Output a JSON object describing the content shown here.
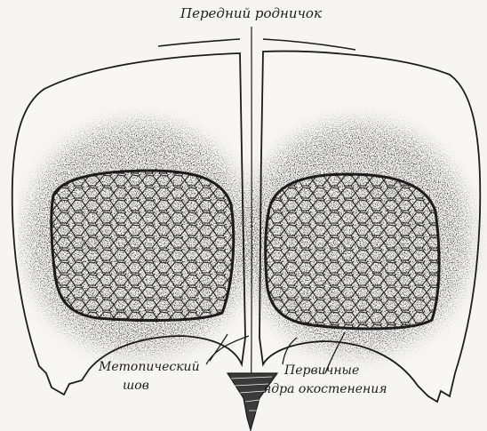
{
  "labels": {
    "anterior_fontanelle": "Передний родничок",
    "metopic_suture_line1": "Метопический",
    "metopic_suture_line2": "шов",
    "primary_ossification_line1": "Первичные",
    "primary_ossification_line2": "ядра окостенения"
  },
  "colors": {
    "ink": "#1c1c1c",
    "paper": "#f6f5f1"
  }
}
